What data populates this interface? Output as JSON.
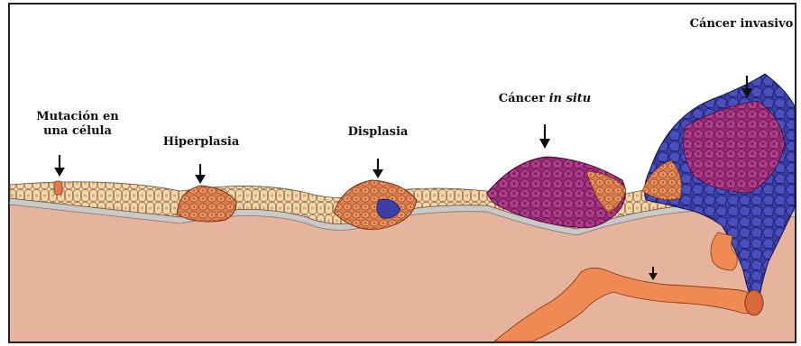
{
  "labels": {
    "mutation_line1": "Mutación en",
    "mutation_line2": "una célula",
    "hyperplasia": "Hiperplasia",
    "dysplasia": "Displasia",
    "in_situ_prefix": "Cáncer",
    "in_situ_italic": "in situ",
    "invasive": "Cáncer invasivo"
  },
  "colors": {
    "border": "#222222",
    "stroma": "#e6b49c",
    "basement_membrane": "#c9c9c9",
    "normal_cell": "#f4d6a8",
    "hyperplasia_cell": "#e07c4b",
    "dysplasia_cell": "#e68a5a",
    "in_situ_cell": "#9c2a7a",
    "invasive_cell": "#3b3fa6",
    "vessel": "#f08a55",
    "arrow": "#111111"
  },
  "icons": {
    "stage_marker": "down-arrow-icon"
  }
}
